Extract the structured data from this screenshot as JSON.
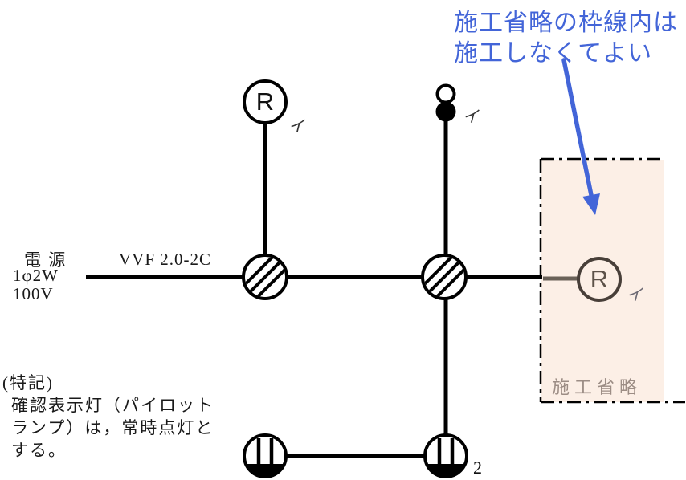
{
  "annotation": {
    "line1": "施工省略の枠線内は",
    "line2": "施工しなくてよい",
    "arrow_icon": "blue-arrow-down-into-box",
    "color": "#4365d8"
  },
  "power_source": {
    "line1": "電 源",
    "line2": "1φ2W",
    "line3": "100V"
  },
  "cable": {
    "label": "VVF 2.0-2C"
  },
  "special_note": {
    "line1": "(特記)",
    "line2": "確認表示灯（パイロット",
    "line3": "ランプ）は，常時点灯と",
    "line4": "する。"
  },
  "devices": {
    "receptacle_top": {
      "letter": "R",
      "subscript": "イ",
      "symbol": "lamp-receptacle"
    },
    "switch_pilot": {
      "subscript": "イ",
      "symbol": "pilot-lamp-over-single-pole-switch"
    },
    "junction_boxes": {
      "count": 2,
      "symbol": "hatched-circle-joint-box"
    },
    "outlet_left": {
      "symbol": "wall-outlet"
    },
    "outlet_right": {
      "count_label": "2",
      "symbol": "wall-outlet-double"
    }
  },
  "omission_zone": {
    "caption": "施工省略",
    "lamp_letter": "R",
    "lamp_subscript": "イ",
    "background_color": "#fcefe6",
    "grayed_line_color": "#6a6158"
  },
  "colors": {
    "wire": "#000000",
    "annotation_blue": "#4365d8",
    "omission_caption_gray": "#9c8d85"
  }
}
